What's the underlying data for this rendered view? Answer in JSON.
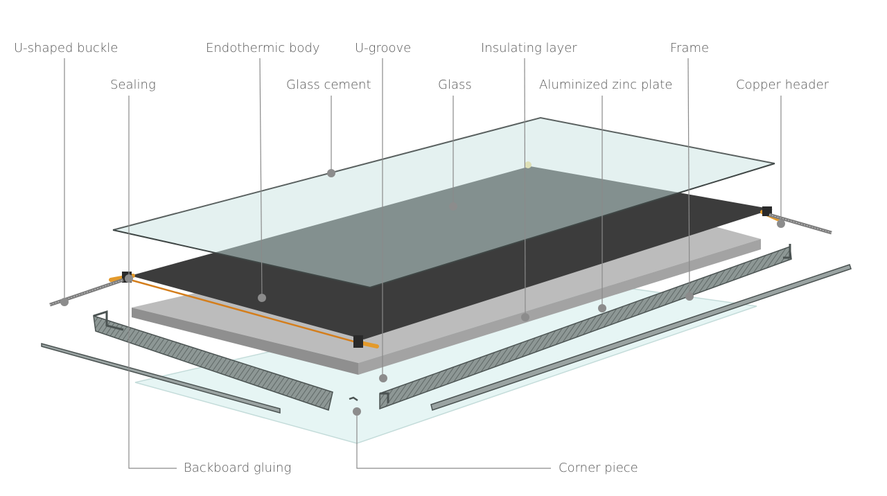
{
  "diagram": {
    "labels": {
      "u_shaped_buckle": "U-shaped buckle",
      "endothermic_body": "Endothermic body",
      "u_groove": "U-groove",
      "insulating_layer": "Insulating layer",
      "frame": "Frame",
      "sealing": "Sealing",
      "glass_cement": "Glass cement",
      "glass": "Glass",
      "aluminized_zinc_plate": "Aluminized zinc plate",
      "copper_header": "Copper header",
      "backboard_gluing": "Backboard gluing",
      "corner_piece": "Corner piece"
    },
    "colors": {
      "leader_line": "#8a8a8a",
      "marker_dot": "#8c8c8c",
      "absorber_plate": "#3c3c3c",
      "copper_pipe": "#e39a2c",
      "insulation_board": "#b9b9b9",
      "frame_metal": "#9aa3a2",
      "glass_fill": "#cfe6e4",
      "backboard_fill": "#e6f5f4"
    }
  }
}
